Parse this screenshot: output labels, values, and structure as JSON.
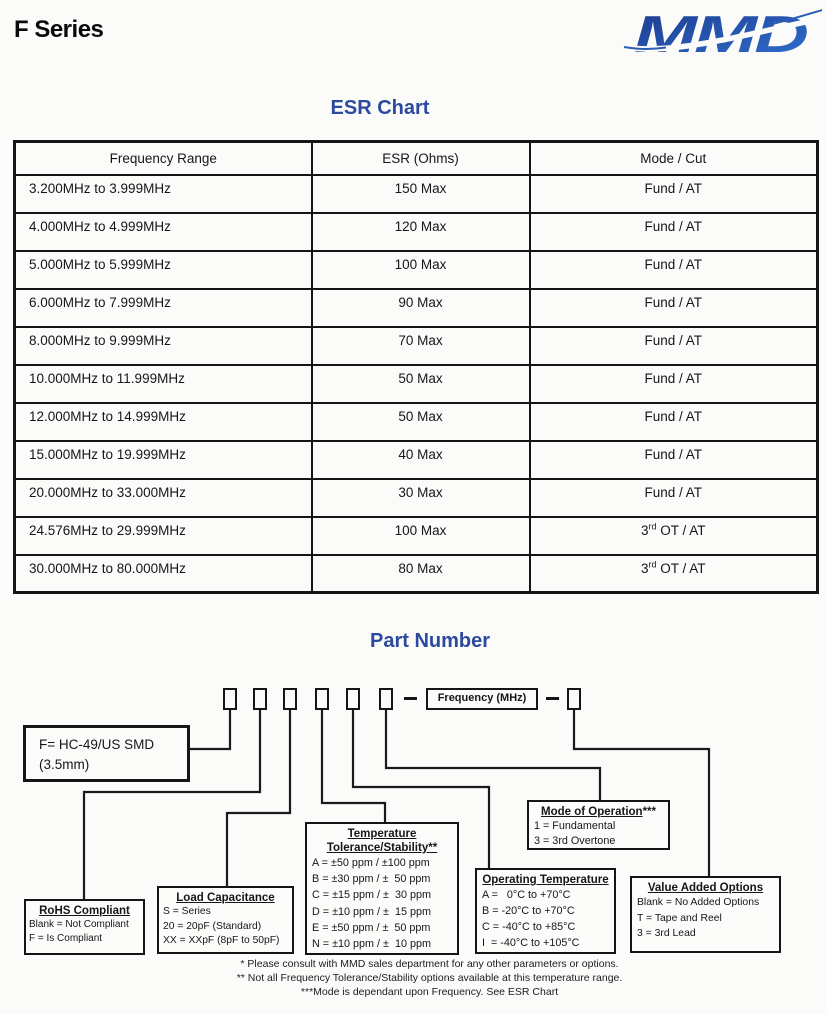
{
  "header": {
    "title": "F Series",
    "logo_text": "MMD"
  },
  "colors": {
    "accent_blue": "#2b4a9e",
    "logo_blue_dark": "#1d3c8e",
    "logo_blue_light": "#2f6fd0",
    "line_black": "#151515"
  },
  "esr_chart": {
    "title": "ESR Chart",
    "columns": [
      "Frequency Range",
      "ESR (Ohms)",
      "Mode / Cut"
    ],
    "rows": [
      {
        "range": "3.200MHz to 3.999MHz",
        "esr": "150 Max",
        "mode": "Fund / AT"
      },
      {
        "range": "4.000MHz to 4.999MHz",
        "esr": "120 Max",
        "mode": "Fund / AT"
      },
      {
        "range": "5.000MHz to 5.999MHz",
        "esr": "100 Max",
        "mode": "Fund / AT"
      },
      {
        "range": "6.000MHz to 7.999MHz",
        "esr": "90 Max",
        "mode": "Fund / AT"
      },
      {
        "range": "8.000MHz to 9.999MHz",
        "esr": "70 Max",
        "mode": "Fund / AT"
      },
      {
        "range": "10.000MHz to 11.999MHz",
        "esr": "50 Max",
        "mode": "Fund / AT"
      },
      {
        "range": "12.000MHz to 14.999MHz",
        "esr": "50 Max",
        "mode": "Fund / AT"
      },
      {
        "range": "15.000MHz to 19.999MHz",
        "esr": "40 Max",
        "mode": "Fund / AT"
      },
      {
        "range": "20.000MHz to 33.000MHz",
        "esr": "30 Max",
        "mode": "Fund / AT"
      },
      {
        "range": "24.576MHz to 29.999MHz",
        "esr": "100 Max",
        "mode": "3{rd} OT / AT"
      },
      {
        "range": "30.000MHz to 80.000MHz",
        "esr": "80 Max",
        "mode": "3{rd} OT / AT"
      }
    ]
  },
  "part_number": {
    "title": "Part Number",
    "frequency_label": "Frequency (MHz)",
    "series_box": {
      "line1": "F= HC-49/US SMD",
      "line2": "(3.5mm)"
    },
    "callouts": {
      "rohs": {
        "title": "RoHS Compliant",
        "lines": [
          "Blank = Not Compliant",
          "F = Is Compliant"
        ]
      },
      "load_capacitance": {
        "title": "Load Capacitance",
        "lines": [
          "S = Series",
          "20 = 20pF (Standard)",
          "XX = XXpF (8pF to 50pF)"
        ]
      },
      "temperature": {
        "title_line1": "Temperature",
        "title_line2": "Tolerance/Stability**",
        "lines": [
          "A = ±50 ppm / ±100 ppm",
          "B = ±30 ppm / ±  50 ppm",
          "C = ±15 ppm / ±  30 ppm",
          "D = ±10 ppm / ±  15 ppm",
          "E = ±50 ppm / ±  50 ppm",
          "N = ±10 ppm / ±  10 ppm"
        ]
      },
      "operating_temperature": {
        "title": "Operating Temperature",
        "lines": [
          "A =   0°C to +70°C",
          "B = -20°C to +70°C",
          "C = -40°C to +85°C",
          "I  = -40°C to +105°C"
        ]
      },
      "mode_of_operation": {
        "title": "Mode of Operation",
        "title_suffix": "***",
        "lines": [
          "1 = Fundamental",
          "3 = 3rd Overtone"
        ]
      },
      "value_added": {
        "title": "Value Added Options",
        "lines": [
          "Blank = No Added Options",
          "T = Tape and Reel",
          "3 = 3rd Lead"
        ]
      }
    },
    "footnotes": [
      "* Please consult with MMD sales department for any other parameters or options.",
      "** Not all Frequency Tolerance/Stability options available at this temperature range.",
      "***Mode is dependant upon Frequency. See ESR Chart"
    ]
  }
}
